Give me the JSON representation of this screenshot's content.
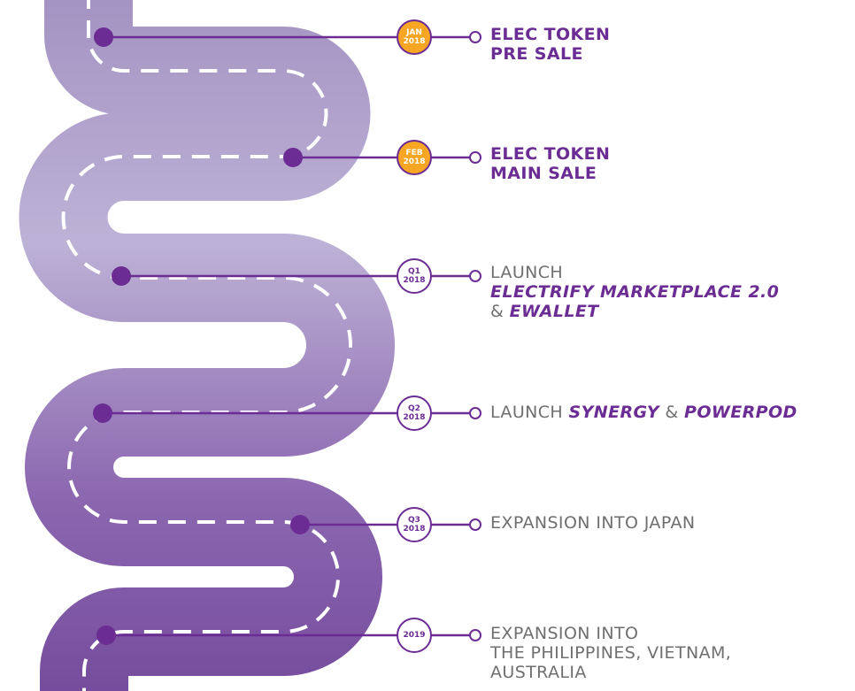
{
  "colors": {
    "road_light": "#b6aad0",
    "road_dark": "#7a52a0",
    "accent_purple": "#6b2c93",
    "badge_orange": "#f6a623",
    "text_gray": "#6f6f6f"
  },
  "milestones": [
    {
      "badge": [
        "JAN",
        "2018"
      ],
      "highlight": true,
      "lines": [
        [
          {
            "text": "ELEC TOKEN",
            "style": "purple"
          }
        ],
        [
          {
            "text": "PRE SALE",
            "style": "purple"
          }
        ]
      ]
    },
    {
      "badge": [
        "FEB",
        "2018"
      ],
      "highlight": true,
      "lines": [
        [
          {
            "text": "ELEC TOKEN",
            "style": "purple"
          }
        ],
        [
          {
            "text": "MAIN SALE",
            "style": "purple"
          }
        ]
      ]
    },
    {
      "badge": [
        "Q1",
        "2018"
      ],
      "highlight": false,
      "lines": [
        [
          {
            "text": "LAUNCH",
            "style": "gray"
          }
        ],
        [
          {
            "text": "ELECTRIFY MARKETPLACE 2.0",
            "style": "italic"
          }
        ],
        [
          {
            "text": "& ",
            "style": "gray"
          },
          {
            "text": "eWALLET",
            "style": "italic"
          }
        ]
      ]
    },
    {
      "badge": [
        "Q2",
        "2018"
      ],
      "highlight": false,
      "lines": [
        [
          {
            "text": "LAUNCH ",
            "style": "gray"
          },
          {
            "text": "SYNERGY",
            "style": "italic"
          },
          {
            "text": " & ",
            "style": "gray"
          },
          {
            "text": "POWERPOD",
            "style": "italic"
          }
        ]
      ]
    },
    {
      "badge": [
        "Q3",
        "2018"
      ],
      "highlight": false,
      "lines": [
        [
          {
            "text": "EXPANSION INTO JAPAN",
            "style": "gray"
          }
        ]
      ]
    },
    {
      "badge": [
        "2019"
      ],
      "highlight": false,
      "lines": [
        [
          {
            "text": "EXPANSION INTO",
            "style": "gray"
          }
        ],
        [
          {
            "text": "THE PHILIPPINES, VIETNAM,",
            "style": "gray"
          }
        ],
        [
          {
            "text": "AUSTRALIA",
            "style": "gray"
          }
        ]
      ]
    }
  ]
}
